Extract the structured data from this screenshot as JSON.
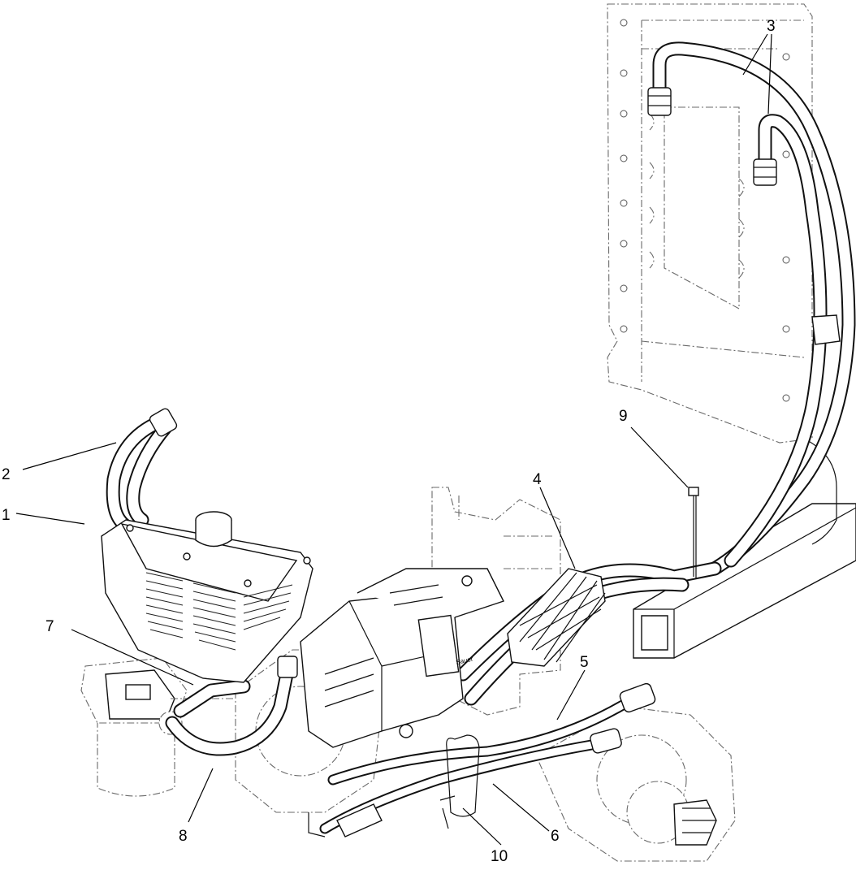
{
  "callouts": [
    {
      "id": "1",
      "label": "1"
    },
    {
      "id": "2",
      "label": "2"
    },
    {
      "id": "3",
      "label": "3"
    },
    {
      "id": "4",
      "label": "4"
    },
    {
      "id": "5",
      "label": "5"
    },
    {
      "id": "6",
      "label": "6"
    },
    {
      "id": "7",
      "label": "7"
    },
    {
      "id": "8",
      "label": "8"
    },
    {
      "id": "9",
      "label": "9"
    },
    {
      "id": "10",
      "label": "10"
    }
  ],
  "decal_text": "Sauer",
  "colors": {
    "line": "#111111",
    "ghost": "#6a6a6a",
    "background": "#ffffff"
  }
}
